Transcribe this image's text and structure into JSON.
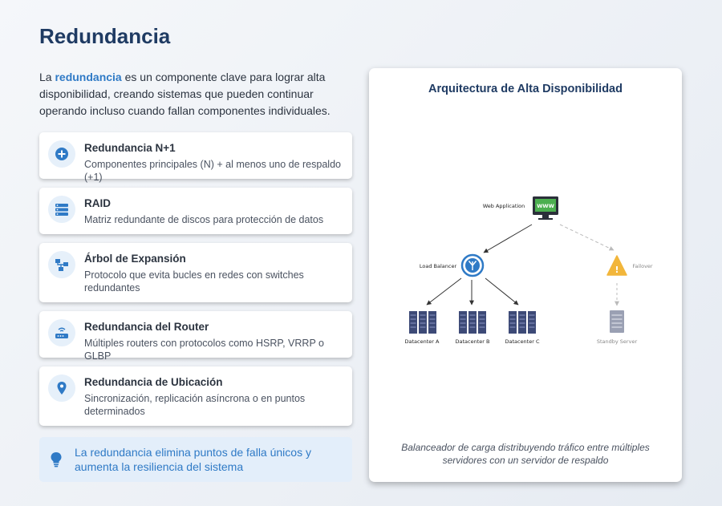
{
  "title": "Redundancia",
  "intro": {
    "before": "La ",
    "highlight": "redundancia",
    "after": " es un componente clave para lograr alta disponibilidad, creando sistemas que pueden continuar operando incluso cuando fallan componentes individuales."
  },
  "cards": [
    {
      "icon": "plus-circle-icon",
      "title": "Redundancia N+1",
      "desc": "Componentes principales (N) + al menos uno de respaldo (+1)"
    },
    {
      "icon": "server-stack-icon",
      "title": "RAID",
      "desc": "Matriz redundante de discos para protección de datos"
    },
    {
      "icon": "network-tree-icon",
      "title": "Árbol de Expansión",
      "desc": "Protocolo que evita bucles en redes con switches redundantes"
    },
    {
      "icon": "router-icon",
      "title": "Redundancia del Router",
      "desc": "Múltiples routers con protocolos como HSRP, VRRP o GLBP"
    },
    {
      "icon": "map-pin-icon",
      "title": "Redundancia de Ubicación",
      "desc": "Sincronización, replicación asíncrona o en puntos determinados"
    }
  ],
  "tip": {
    "icon": "lightbulb-icon",
    "text": "La redundancia elimina puntos de falla únicos y aumenta la resiliencia del sistema"
  },
  "diagram": {
    "title": "Arquitectura de Alta Disponibilidad",
    "web_label": "Web Application",
    "web_badge": "WWW",
    "lb_label": "Load Balancer",
    "failover_label": "Failover",
    "failover_symbol": "!",
    "dc_a": "Datacenter A",
    "dc_b": "Datacenter B",
    "dc_c": "Datacenter C",
    "standby": "Standby Server",
    "caption": "Balanceador de carga distribuyendo tráfico entre múltiples servidores con un servidor de respaldo",
    "colors": {
      "accent": "#2f7ac6",
      "web_green": "#4caf50",
      "server": "#3d4a77",
      "warning": "#f2b63b",
      "standby": "#9aa0b3"
    }
  }
}
